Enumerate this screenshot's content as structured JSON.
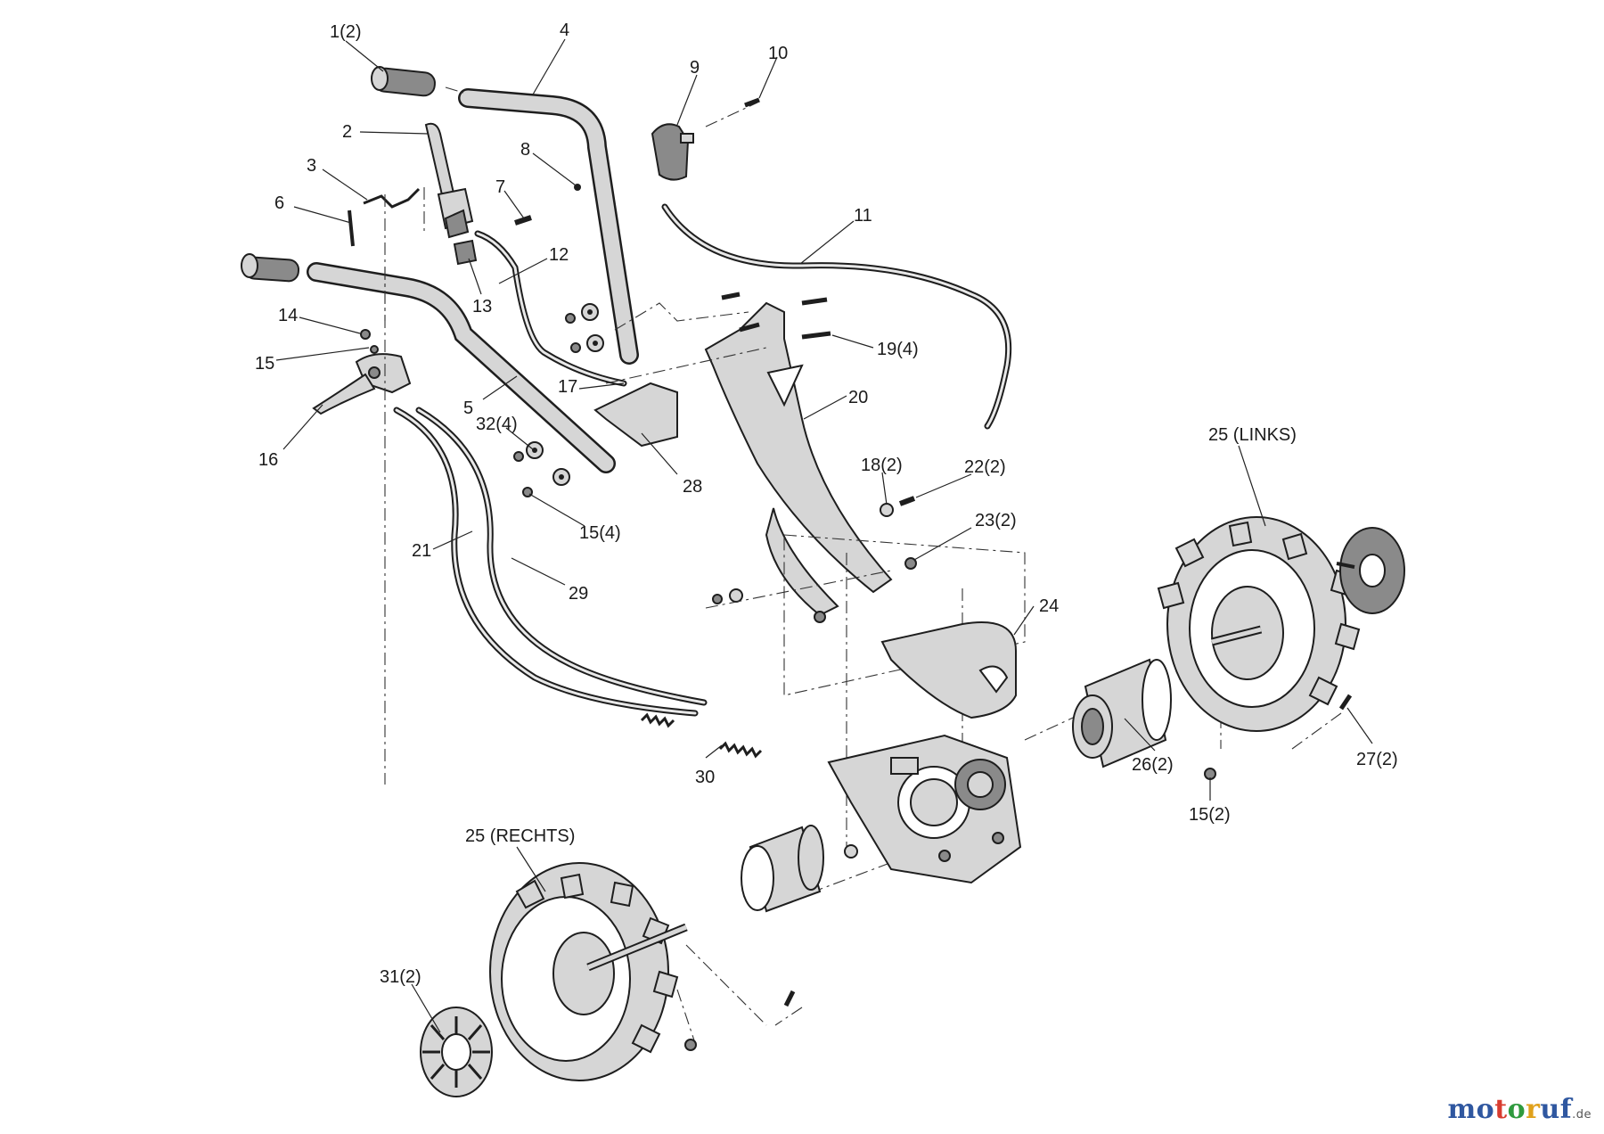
{
  "labels": [
    {
      "id": "1",
      "text": "1(2)"
    },
    {
      "id": "2",
      "text": "2"
    },
    {
      "id": "3",
      "text": "3"
    },
    {
      "id": "4",
      "text": "4"
    },
    {
      "id": "5",
      "text": "5"
    },
    {
      "id": "6",
      "text": "6"
    },
    {
      "id": "7",
      "text": "7"
    },
    {
      "id": "8",
      "text": "8"
    },
    {
      "id": "9",
      "text": "9"
    },
    {
      "id": "10",
      "text": "10"
    },
    {
      "id": "11",
      "text": "11"
    },
    {
      "id": "12",
      "text": "12"
    },
    {
      "id": "13",
      "text": "13"
    },
    {
      "id": "14",
      "text": "14"
    },
    {
      "id": "15a",
      "text": "15"
    },
    {
      "id": "15b",
      "text": "15(4)"
    },
    {
      "id": "15c",
      "text": "15(2)"
    },
    {
      "id": "16",
      "text": "16"
    },
    {
      "id": "17",
      "text": "17"
    },
    {
      "id": "18",
      "text": "18(2)"
    },
    {
      "id": "19",
      "text": "19(4)"
    },
    {
      "id": "20",
      "text": "20"
    },
    {
      "id": "21",
      "text": "21"
    },
    {
      "id": "22",
      "text": "22(2)"
    },
    {
      "id": "23",
      "text": "23(2)"
    },
    {
      "id": "24",
      "text": "24"
    },
    {
      "id": "25l",
      "text": "25 (LINKS)"
    },
    {
      "id": "25r",
      "text": "25 (RECHTS)"
    },
    {
      "id": "26",
      "text": "26(2)"
    },
    {
      "id": "27",
      "text": "27(2)"
    },
    {
      "id": "28",
      "text": "28"
    },
    {
      "id": "29",
      "text": "29"
    },
    {
      "id": "30",
      "text": "30"
    },
    {
      "id": "31",
      "text": "31(2)"
    },
    {
      "id": "32",
      "text": "32(4)"
    }
  ],
  "brand": {
    "name": "motoruf",
    "tld": ".de"
  },
  "colors": {
    "brand_blue": "#2f57a0",
    "brand_red": "#d83c2f",
    "brand_green": "#2f9a3e",
    "brand_yellow": "#e0a11b"
  }
}
